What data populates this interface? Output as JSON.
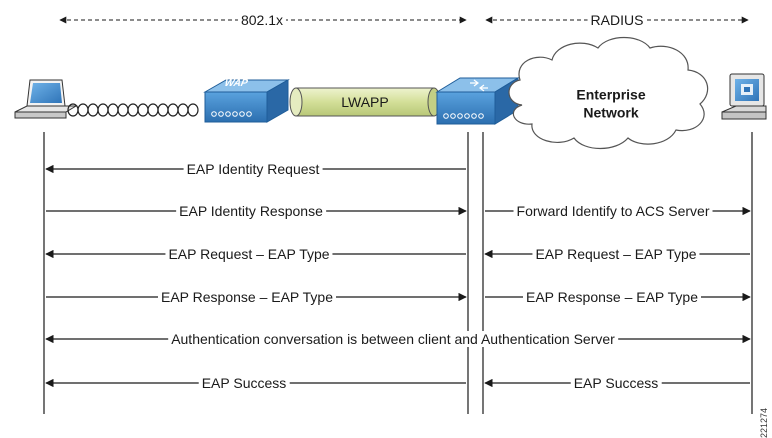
{
  "headers": {
    "left": "802.1x",
    "right": "RADIUS"
  },
  "devices": {
    "ap_label": "WAP",
    "tunnel_label": "LWAPP",
    "cloud_line1": "Enterprise",
    "cloud_line2": "Network"
  },
  "messages": [
    {
      "left": "EAP Identity Request",
      "right": "",
      "left_dir": "to-client",
      "right_dir": ""
    },
    {
      "left": "EAP Identity Response",
      "right": "Forward Identify to ACS Server",
      "left_dir": "to-controller",
      "right_dir": "to-server"
    },
    {
      "left": "EAP Request – EAP Type",
      "right": "EAP Request – EAP Type",
      "left_dir": "to-client",
      "right_dir": "to-controller"
    },
    {
      "left": "EAP Response – EAP Type",
      "right": "EAP Response – EAP Type",
      "left_dir": "to-controller",
      "right_dir": "to-server"
    },
    {
      "left": "Authentication conversation is between client and Authentication Server",
      "right": "",
      "left_dir": "both",
      "right_dir": ""
    },
    {
      "left": "EAP Success",
      "right": "EAP Success",
      "left_dir": "to-client",
      "right_dir": "to-controller"
    }
  ],
  "figure_id": "221274",
  "colors": {
    "line": "#1a1a1a",
    "device_blue": "#3d86c8",
    "device_blue_dark": "#1f5d99",
    "tunnel_fill": "#d9e4a6",
    "cloud_stroke": "#555555"
  }
}
